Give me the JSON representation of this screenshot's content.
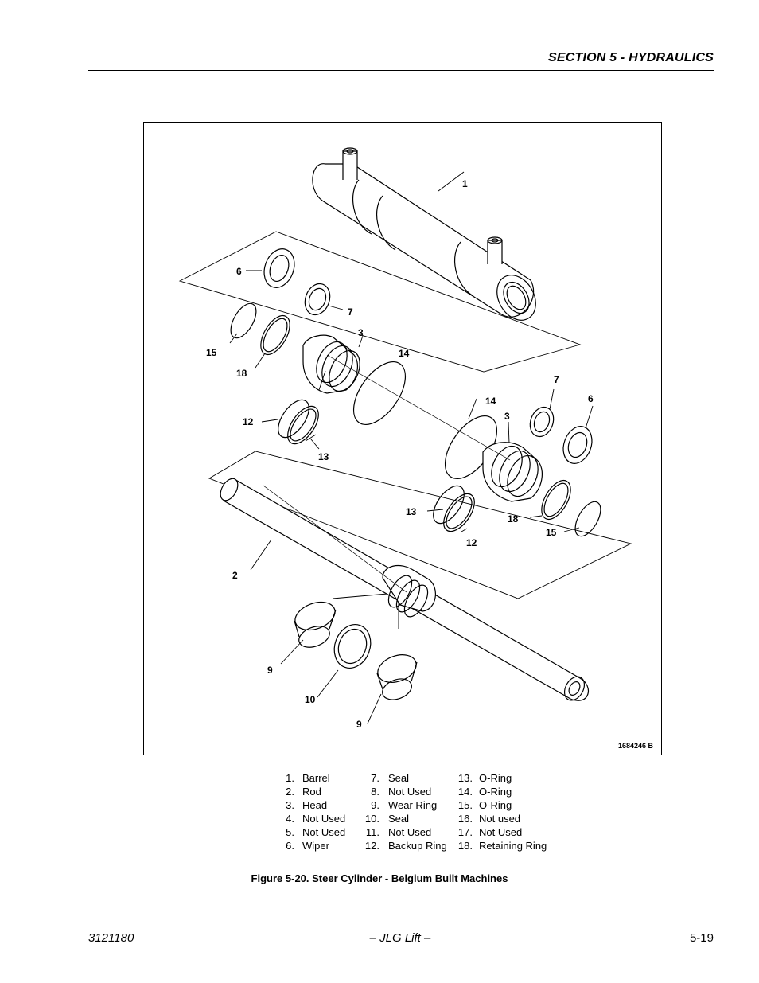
{
  "header": {
    "section_title": "SECTION 5 - HYDRAULICS"
  },
  "figure": {
    "drawing_number": "1684246 B",
    "callouts": [
      "1",
      "6",
      "7",
      "3",
      "15",
      "18",
      "14",
      "12",
      "13",
      "7",
      "6",
      "14",
      "3",
      "13",
      "18",
      "15",
      "12",
      "2",
      "9",
      "10",
      "9"
    ],
    "caption": "Figure 5-20.  Steer Cylinder - Belgium Built Machines"
  },
  "legend": {
    "col1": [
      {
        "num": "1.",
        "label": "Barrel"
      },
      {
        "num": "2.",
        "label": "Rod"
      },
      {
        "num": "3.",
        "label": "Head"
      },
      {
        "num": "4.",
        "label": "Not Used"
      },
      {
        "num": "5.",
        "label": "Not Used"
      },
      {
        "num": "6.",
        "label": "Wiper"
      }
    ],
    "col2": [
      {
        "num": "7.",
        "label": "Seal"
      },
      {
        "num": "8.",
        "label": "Not Used"
      },
      {
        "num": "9.",
        "label": "Wear Ring"
      },
      {
        "num": "10.",
        "label": "Seal"
      },
      {
        "num": "11.",
        "label": "Not Used"
      },
      {
        "num": "12.",
        "label": "Backup Ring"
      }
    ],
    "col3": [
      {
        "num": "13.",
        "label": "O-Ring"
      },
      {
        "num": "14.",
        "label": "O-Ring"
      },
      {
        "num": "15.",
        "label": "O-Ring"
      },
      {
        "num": "16.",
        "label": "Not used"
      },
      {
        "num": "17.",
        "label": "Not Used"
      },
      {
        "num": "18.",
        "label": "Retaining Ring"
      }
    ]
  },
  "footer": {
    "doc_number": "3121180",
    "center": "– JLG Lift –",
    "page": "5-19"
  }
}
